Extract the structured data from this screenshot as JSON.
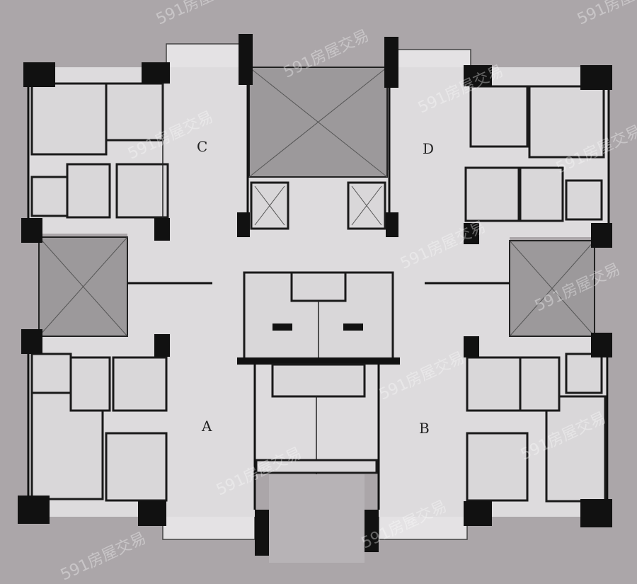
{
  "title": "Floor plan",
  "units": [
    {
      "id": "unit-a",
      "label": "A"
    },
    {
      "id": "unit-b",
      "label": "B"
    },
    {
      "id": "unit-c",
      "label": "C"
    },
    {
      "id": "unit-d",
      "label": "D"
    }
  ],
  "watermark": "591房屋交易",
  "colors": {
    "background": "#aba6a9",
    "floor": "#dddbdd",
    "wall": "#111111",
    "shaft": "#9c999b"
  }
}
